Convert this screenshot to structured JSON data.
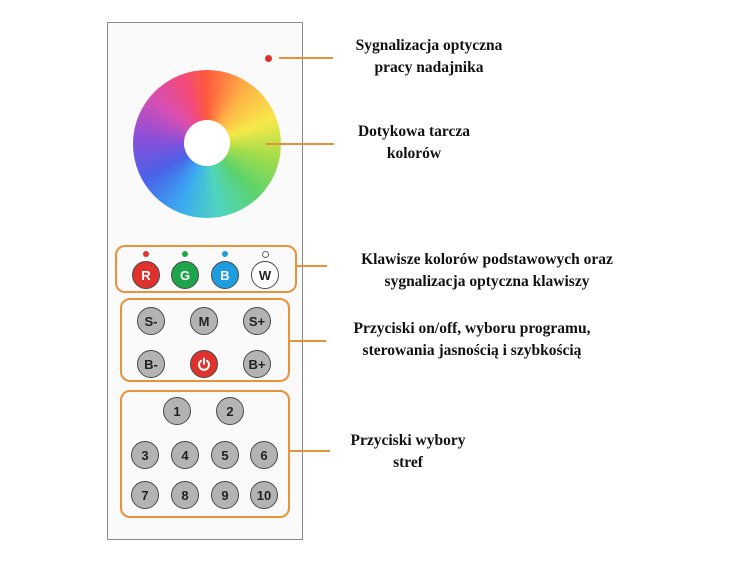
{
  "annotations": {
    "indicator": {
      "line1": "Sygnalizacja optyczna",
      "line2": "pracy nadajnika"
    },
    "color_wheel": {
      "line1": "Dotykowa tarcza",
      "line2": "kolorów"
    },
    "basic_colors": {
      "line1": "Klawisze kolorów podstawowych oraz",
      "line2": "sygnalizacja optyczna klawiszy"
    },
    "control_buttons": {
      "line1": "Przyciski on/off, wyboru programu,",
      "line2": "sterowania jasnością i szybkością"
    },
    "zone_buttons": {
      "line1": "Przyciski wybory",
      "line2": "stref"
    }
  },
  "remote": {
    "color_buttons": [
      {
        "label": "R",
        "color": "#e0322c",
        "led": "#e0322c"
      },
      {
        "label": "G",
        "color": "#1ea44a",
        "led": "#1ea44a"
      },
      {
        "label": "B",
        "color": "#1e9ce0",
        "led": "#1e9ce0"
      },
      {
        "label": "W",
        "color": "#ffffff",
        "led": "#ffffff"
      }
    ],
    "control_buttons": {
      "s_minus": "S-",
      "m": "M",
      "s_plus": "S+",
      "b_minus": "B-",
      "power_icon": "power-icon",
      "b_plus": "B+"
    },
    "zone_buttons": [
      "1",
      "2",
      "3",
      "4",
      "5",
      "6",
      "7",
      "8",
      "9",
      "10"
    ],
    "indicator_color": "#e0322c",
    "accent_color": "#e8923c"
  }
}
